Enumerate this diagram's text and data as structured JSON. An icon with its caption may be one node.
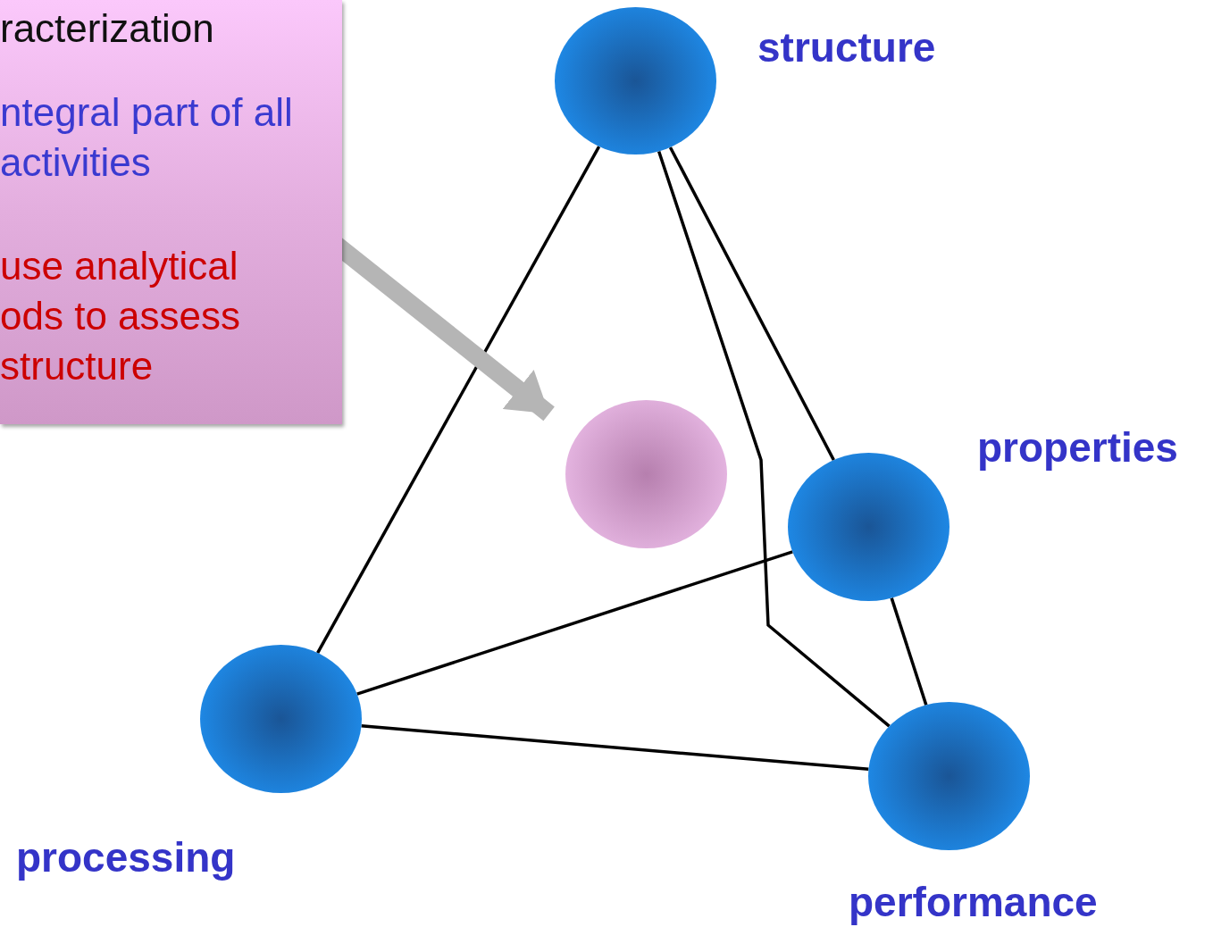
{
  "diagram": {
    "nodes": [
      {
        "text": [
          "racterization",
          "ntegral part of all activities",
          "use analytical ods to assess structure"
        ]
      },
      {
        "text": [],
        "shape": "circle",
        "beside": [
          "structure"
        ]
      },
      {
        "text": [],
        "shape": "circle"
      },
      {
        "text": [],
        "shape": "circle",
        "beside": [
          "properties"
        ]
      },
      {
        "text": [],
        "shape": "circle",
        "beside": [
          "processing"
        ]
      },
      {
        "text": [],
        "shape": "circle",
        "beside": [
          "performance"
        ]
      }
    ],
    "edges": [
      {
        "from": 1,
        "to": 4,
        "arrow": "none"
      },
      {
        "from": 1,
        "to": 5,
        "arrow": "none"
      },
      {
        "from": 1,
        "to": 3,
        "arrow": "none"
      },
      {
        "from": 3,
        "to": 5,
        "arrow": "none"
      },
      {
        "from": 4,
        "to": 3,
        "arrow": "none"
      },
      {
        "from": 4,
        "to": 5,
        "arrow": "none"
      },
      {
        "from": 0,
        "to": 2,
        "arrow": "to",
        "style": "thick",
        "color": "#b5b5b5"
      }
    ]
  }
}
